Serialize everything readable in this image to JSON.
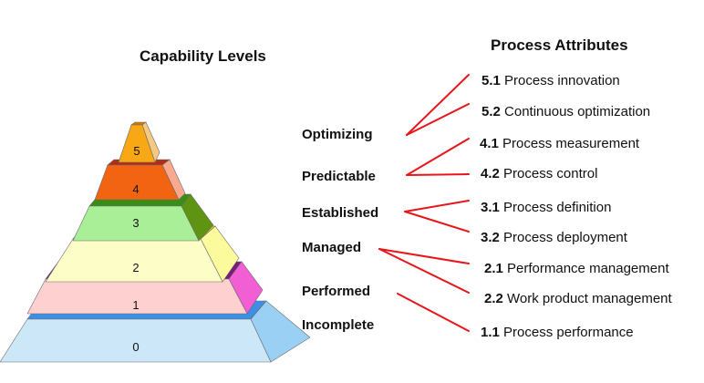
{
  "titles": {
    "capability_levels": "Capability Levels",
    "process_attributes": "Process Attributes"
  },
  "tiers": [
    {
      "number": "0",
      "front": "#cce7f7",
      "side": "#9bd0f5",
      "top": "#3d8fe6"
    },
    {
      "number": "1",
      "front": "#ffd0d0",
      "side": "#f25fd4",
      "top": "#7a1a7a"
    },
    {
      "number": "2",
      "front": "#fdfdc8",
      "side": "#fbfb9e",
      "top": "#f5d21c"
    },
    {
      "number": "3",
      "front": "#a8ef98",
      "side": "#5f9412",
      "top": "#3a8d14"
    },
    {
      "number": "4",
      "front": "#f26312",
      "side": "#f9a98d",
      "top": "#b02d18"
    },
    {
      "number": "5",
      "front": "#f7a814",
      "side": "#f5c984",
      "top": "#d07a00"
    }
  ],
  "levels": [
    {
      "name": "Optimizing"
    },
    {
      "name": "Predictable"
    },
    {
      "name": "Established"
    },
    {
      "name": "Managed"
    },
    {
      "name": "Performed"
    },
    {
      "name": "Incomplete"
    }
  ],
  "attributes": [
    {
      "number": "5.1",
      "name": "Process innovation"
    },
    {
      "number": "5.2",
      "name": "Continuous optimization"
    },
    {
      "number": "4.1",
      "name": "Process measurement"
    },
    {
      "number": "4.2",
      "name": "Process control"
    },
    {
      "number": "3.1",
      "name": "Process definition"
    },
    {
      "number": "3.2",
      "name": "Process deployment"
    },
    {
      "number": "2.1",
      "name": "Performance management"
    },
    {
      "number": "2.2",
      "name": "Work product management"
    },
    {
      "number": "1.1",
      "name": "Process performance"
    }
  ],
  "connector_color": "#e8151a"
}
